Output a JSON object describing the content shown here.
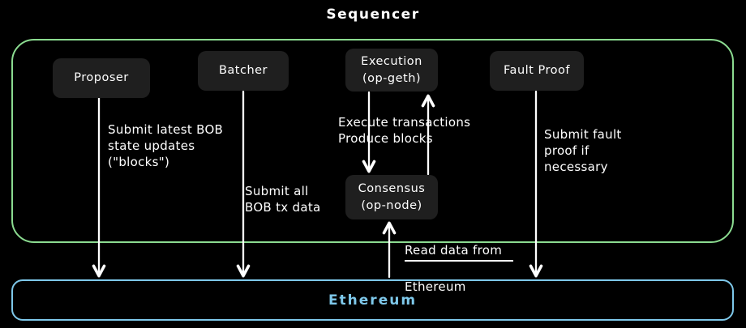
{
  "title": "Sequencer",
  "colors": {
    "background": "#000000",
    "sequencer_border": "#8bdb90",
    "ethereum_border": "#7ec8ea",
    "ethereum_text": "#7ec8ea",
    "node_bg": "#1f1f1f",
    "text": "#ffffff"
  },
  "nodes": {
    "proposer": {
      "label": "Proposer"
    },
    "batcher": {
      "label": "Batcher"
    },
    "execution": {
      "label": "Execution\n(op-geth)"
    },
    "fault_proof": {
      "label": "Fault Proof"
    },
    "consensus": {
      "label": "Consensus\n(op-node)"
    }
  },
  "ethereum_label": "Ethereum",
  "edge_labels": {
    "proposer_to_ethereum": "Submit latest BOB\nstate updates\n(\"blocks\")",
    "batcher_to_ethereum": "Submit all\nBOB tx data",
    "execution_consensus": "Execute transactions\nProduce blocks",
    "fault_to_ethereum": "Submit fault\nproof if\nnecessary",
    "read_line1": "Read data from",
    "read_line2": "Ethereum"
  }
}
